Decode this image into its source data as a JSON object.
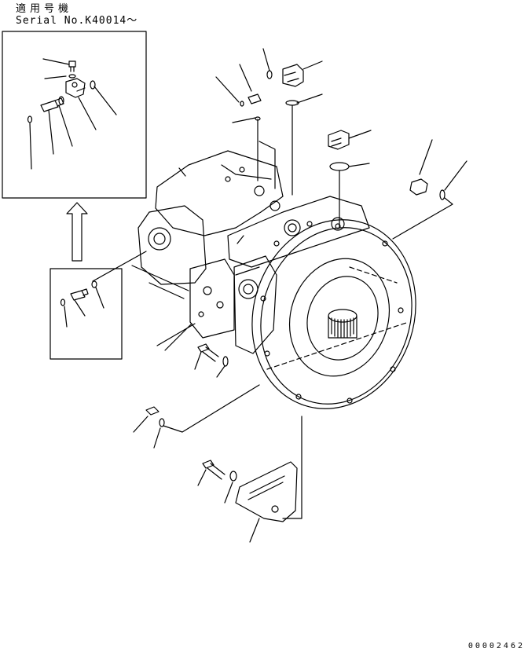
{
  "header": {
    "applicable_models": "適用号機",
    "serial": "Serial No.K40014～"
  },
  "figure_code": "00002462"
}
